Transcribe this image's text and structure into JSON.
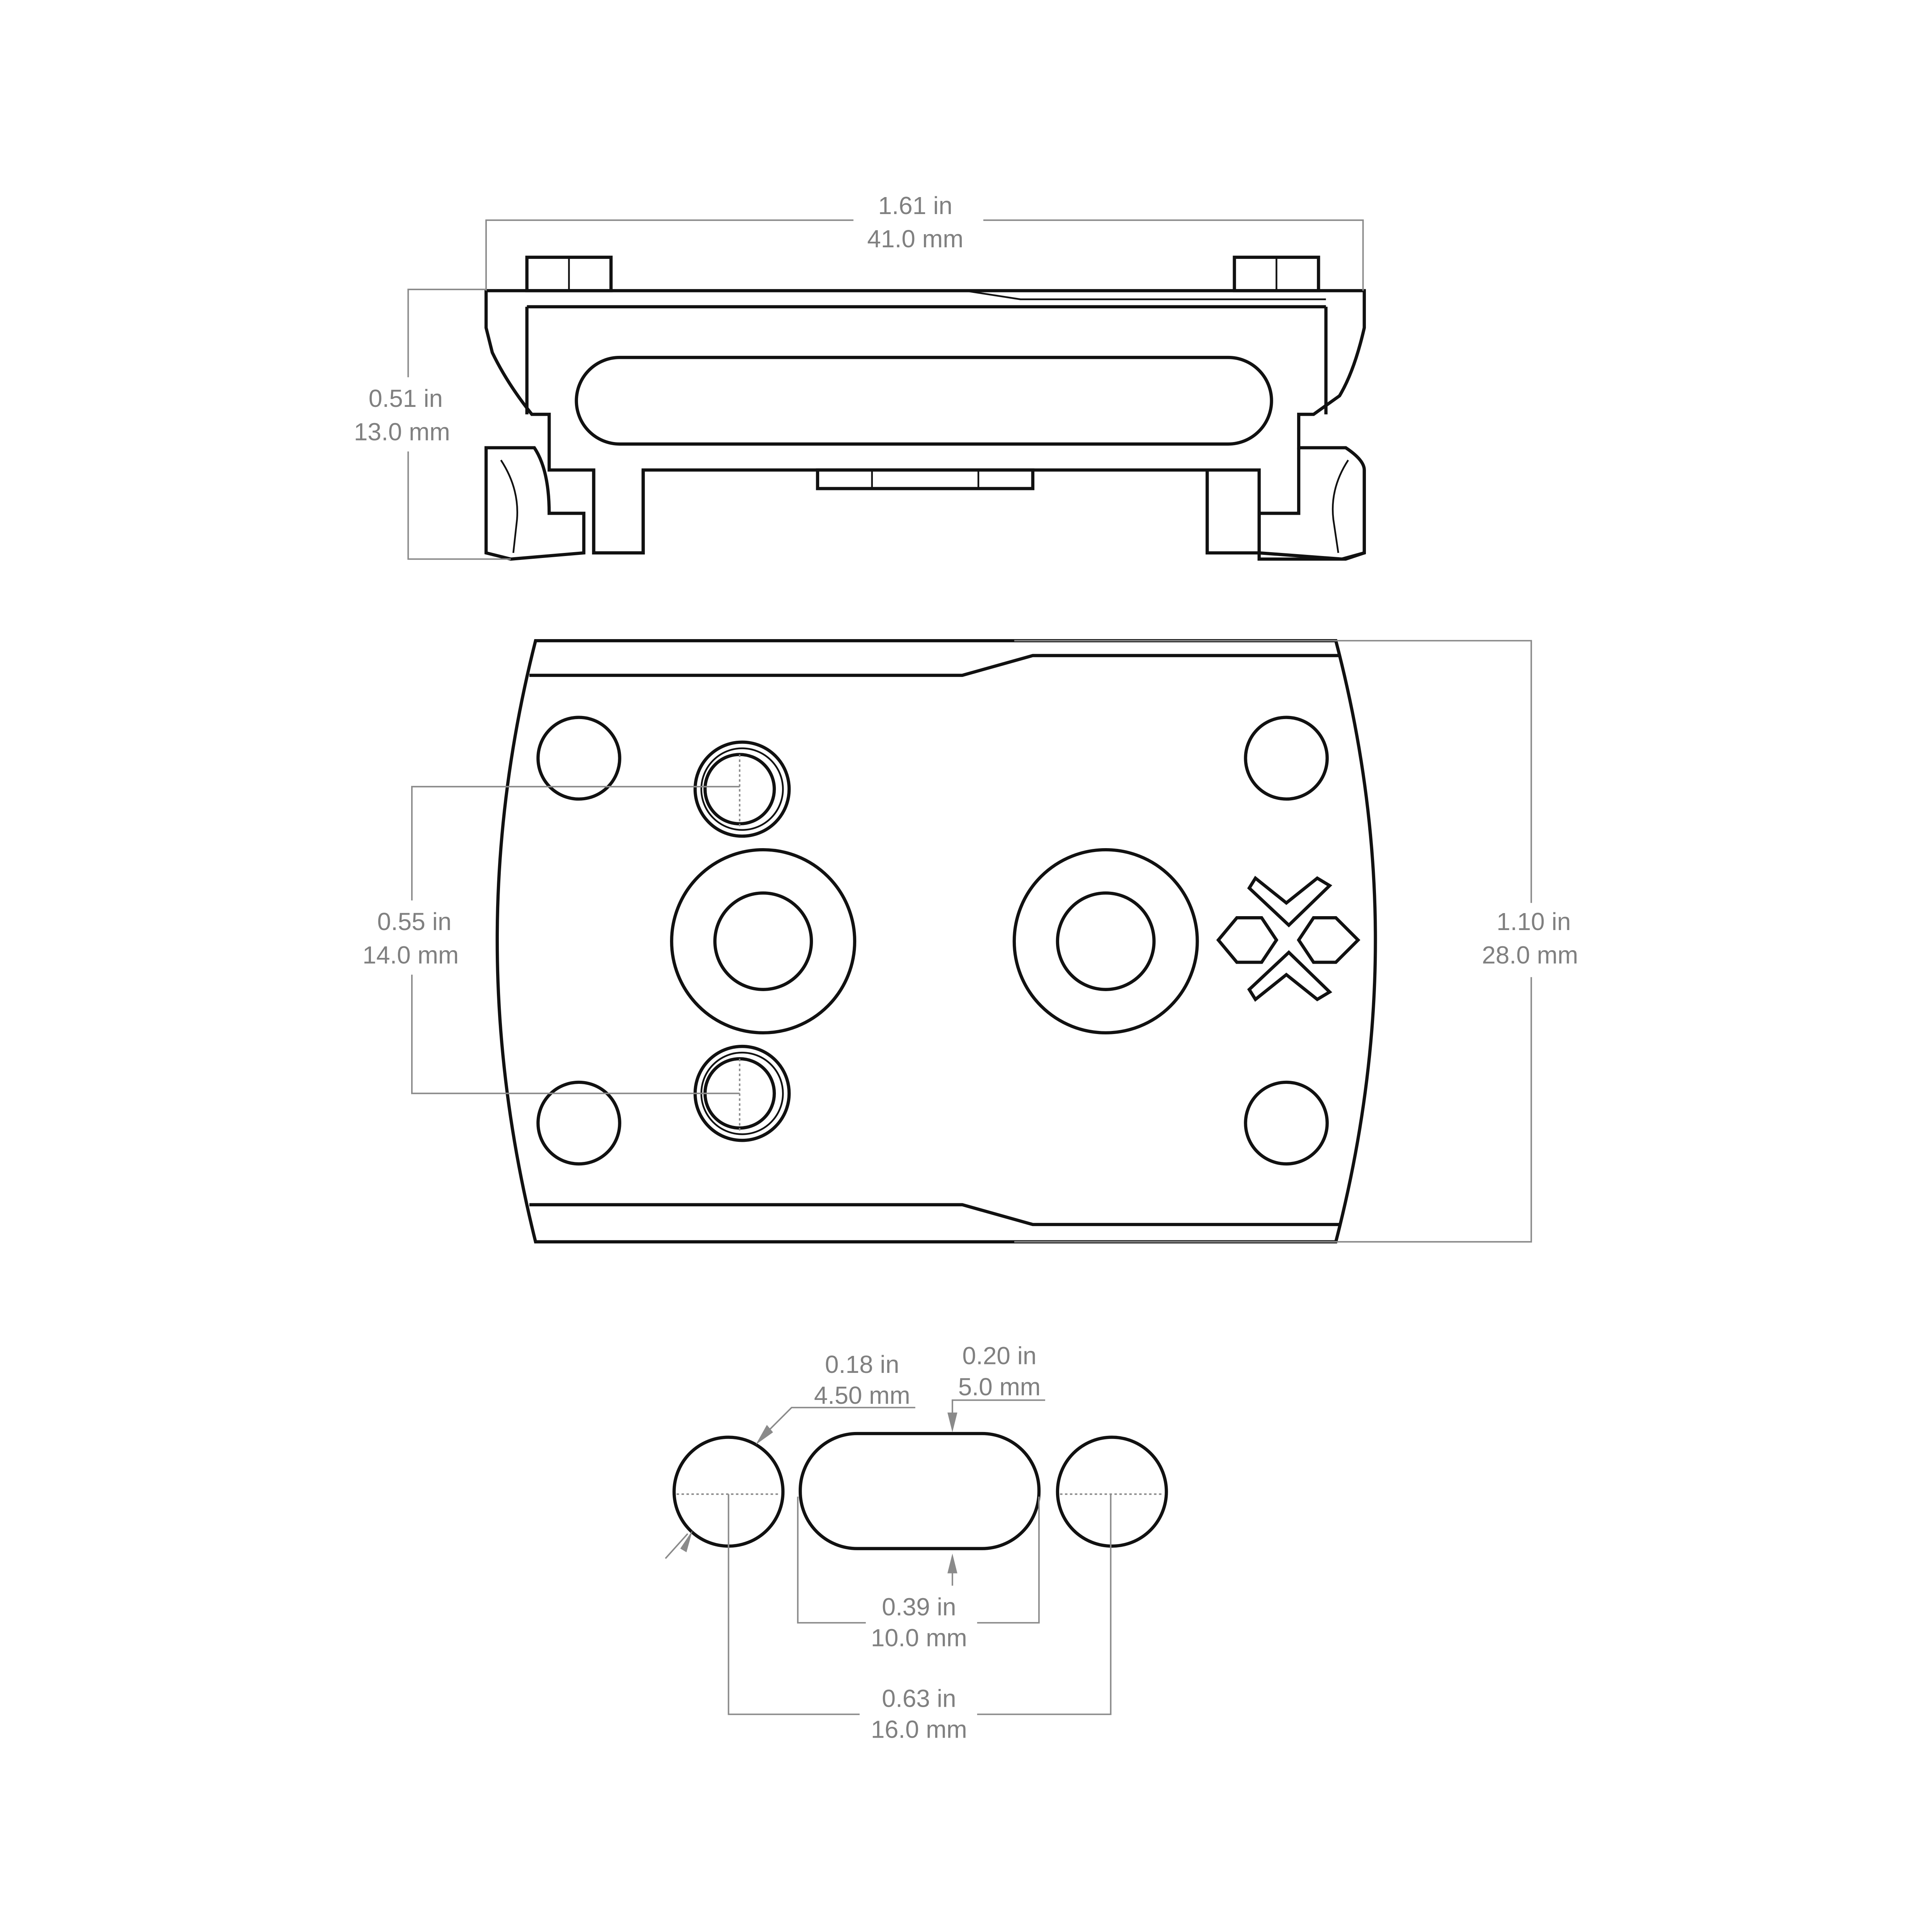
{
  "dimensions": {
    "overall_width": {
      "inch": "1.61 in",
      "mm": "41.0 mm"
    },
    "side_height": {
      "inch": "0.51 in",
      "mm": "13.0 mm"
    },
    "screw_spacing": {
      "inch": "0.55 in",
      "mm": "14.0 mm"
    },
    "plate_depth": {
      "inch": "1.10 in",
      "mm": "28.0 mm"
    },
    "pin_diameter": {
      "inch": "0.18 in",
      "mm": "4.50 mm"
    },
    "slot_height": {
      "inch": "0.20 in",
      "mm": "5.0 mm"
    },
    "slot_width": {
      "inch": "0.39 in",
      "mm": "10.0 mm"
    },
    "pin_spacing": {
      "inch": "0.63 in",
      "mm": "16.0 mm"
    }
  },
  "colors": {
    "outline": "#111111",
    "dimension": "#808080"
  }
}
